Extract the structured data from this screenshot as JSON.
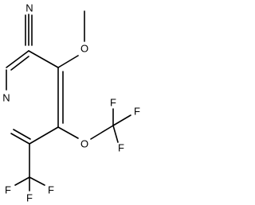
{
  "molecule": {
    "atoms": {
      "n_nitrile": "N",
      "o_methoxy": "O",
      "o_ocf3": "O",
      "n_ring": "N",
      "f_ocf3_top": "F",
      "f_ocf3_right": "F",
      "f_ocf3_bottom": "F",
      "f_cf3_left": "F",
      "f_cf3_right": "F",
      "f_cf3_bottom": "F"
    }
  }
}
